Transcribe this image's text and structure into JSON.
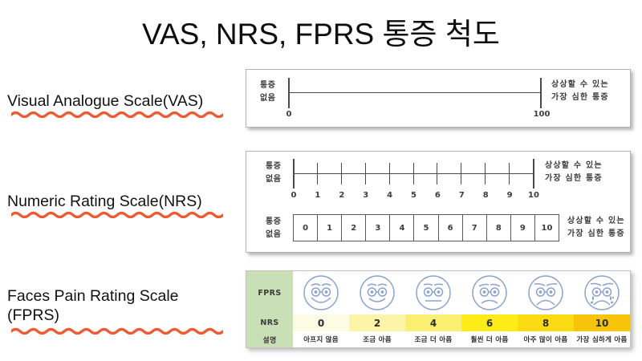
{
  "title": "VAS, NRS, FPRS 통증 척도",
  "scales": [
    {
      "id": "vas",
      "label": "Visual Analogue Scale(VAS)",
      "left_text_line1": "통증",
      "left_text_line2": "없음",
      "right_text_line1": "상상할 수 있는",
      "right_text_line2": "가장 심한 통증",
      "min_label": "0",
      "max_label": "100"
    },
    {
      "id": "nrs",
      "label": "Numeric Rating Scale(NRS)",
      "left_text_line1": "통증",
      "left_text_line2": "없음",
      "right_text_line1": "상상할 수 있는",
      "right_text_line2": "가장 심한 통증",
      "ticks": [
        "0",
        "1",
        "2",
        "3",
        "4",
        "5",
        "6",
        "7",
        "8",
        "9",
        "10"
      ],
      "boxes": [
        "0",
        "1",
        "2",
        "3",
        "4",
        "5",
        "6",
        "7",
        "8",
        "9",
        "10"
      ]
    },
    {
      "id": "fprs",
      "label_line1": "Faces Pain Rating Scale",
      "label_line2": "(FPRS)"
    }
  ],
  "fprs_table": {
    "row_headers": {
      "faces": "FPRS",
      "numbers": "NRS",
      "descriptions": "설명"
    },
    "columns": [
      {
        "nrs": "0",
        "description": "아프지 않음",
        "face": "smiling-face",
        "color": "#fcfbe4"
      },
      {
        "nrs": "2",
        "description": "조금 아픔",
        "face": "slightly-smiling-face",
        "color": "#fdf4a8"
      },
      {
        "nrs": "4",
        "description": "조금 더 아픔",
        "face": "neutral-face",
        "color": "#fbef72"
      },
      {
        "nrs": "6",
        "description": "훨씬 더 아픔",
        "face": "frowning-face",
        "color": "#fdec18"
      },
      {
        "nrs": "8",
        "description": "아주 많이 아픔",
        "face": "sad-face",
        "color": "#fcdb12"
      },
      {
        "nrs": "10",
        "description": "가장 심하게 아픔",
        "face": "crying-face",
        "color": "#f8c409"
      }
    ]
  },
  "colors": {
    "title_text": "#0d0d0d",
    "underline_accent": "#ed5b33",
    "face_stroke": "#8ba3cd",
    "sidecol_green": "#c9dfb5",
    "scale_ink": "#4a4a4a"
  }
}
